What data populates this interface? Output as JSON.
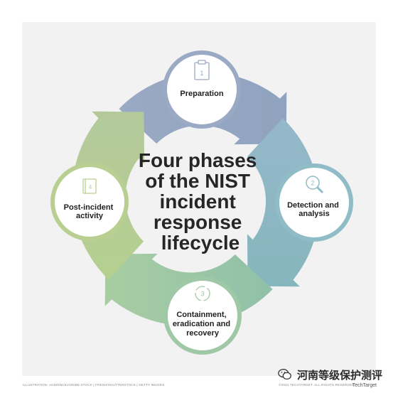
{
  "title_lines": [
    "Four phases",
    "of the NIST",
    "incident",
    "response",
    "lifecycle"
  ],
  "phases": [
    {
      "number": "1",
      "label_lines": [
        "Preparation"
      ],
      "icon": "clipboard-icon"
    },
    {
      "number": "2",
      "label_lines": [
        "Detection and",
        "analysis"
      ],
      "icon": "magnifier-icon"
    },
    {
      "number": "3",
      "label_lines": [
        "Containment,",
        "eradication and",
        "recovery"
      ],
      "icon": "cycle-arrows-icon"
    },
    {
      "number": "4",
      "label_lines": [
        "Post-incident",
        "activity"
      ],
      "icon": "book-icon"
    }
  ],
  "colors": {
    "preparation": "#9aa9c4",
    "detection": "#8fbcc6",
    "containment": "#9fc8a6",
    "post_incident": "#b9cf92",
    "node_fill": "#ffffff",
    "card": "#f1f2f1",
    "text": "#262626"
  },
  "footer_left": "ILLUSTRATION: AUDIENCE/ADOBE STOCK | FRESH/SHUTTERSTOCK | GETTY IMAGES",
  "footer_right": "©2021 TECHTARGET. ALL RIGHTS RESERVED",
  "brand": "TechTarget",
  "watermark": "河南等级保护测评"
}
